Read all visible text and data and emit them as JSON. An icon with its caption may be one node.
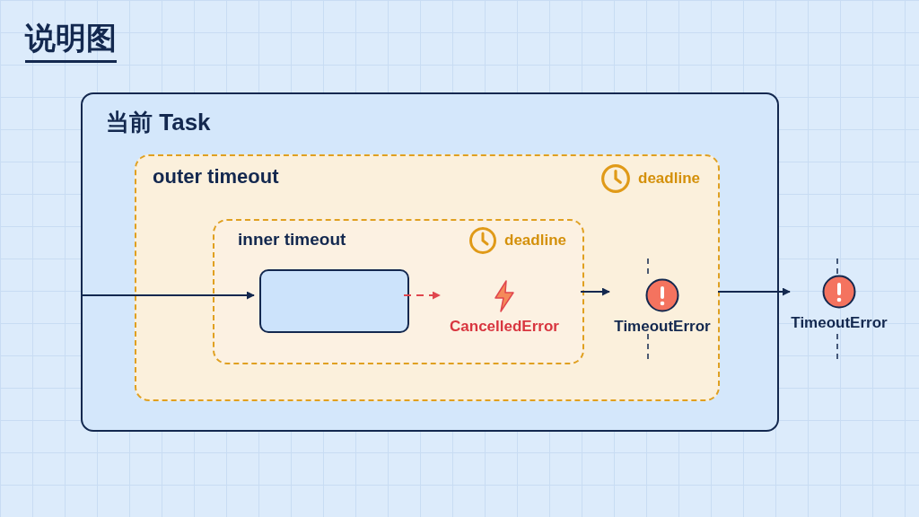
{
  "diagram": {
    "title": "说明图",
    "nodes": [
      {
        "text": [
          "当前 Task"
        ]
      },
      {
        "text": [
          "outer timeout",
          "deadline"
        ],
        "in": 0
      },
      {
        "text": [
          "inner timeout",
          "deadline"
        ],
        "in": 1
      },
      {
        "text": [],
        "shape": "box",
        "in": 2
      },
      {
        "text": [
          "CancelledError"
        ],
        "in": 2
      },
      {
        "text": [
          "TimeoutError"
        ],
        "in": 1
      },
      {
        "text": [
          "TimeoutError"
        ]
      }
    ],
    "edges": [
      {
        "from": null,
        "to": 3,
        "arrow": "to"
      },
      {
        "from": 3,
        "to": 4,
        "arrow": "to",
        "style": "dashed",
        "color": "#e0464e"
      },
      {
        "from": 2,
        "to": 5,
        "arrow": "to"
      },
      {
        "from": 1,
        "to": 6,
        "arrow": "to"
      }
    ]
  }
}
